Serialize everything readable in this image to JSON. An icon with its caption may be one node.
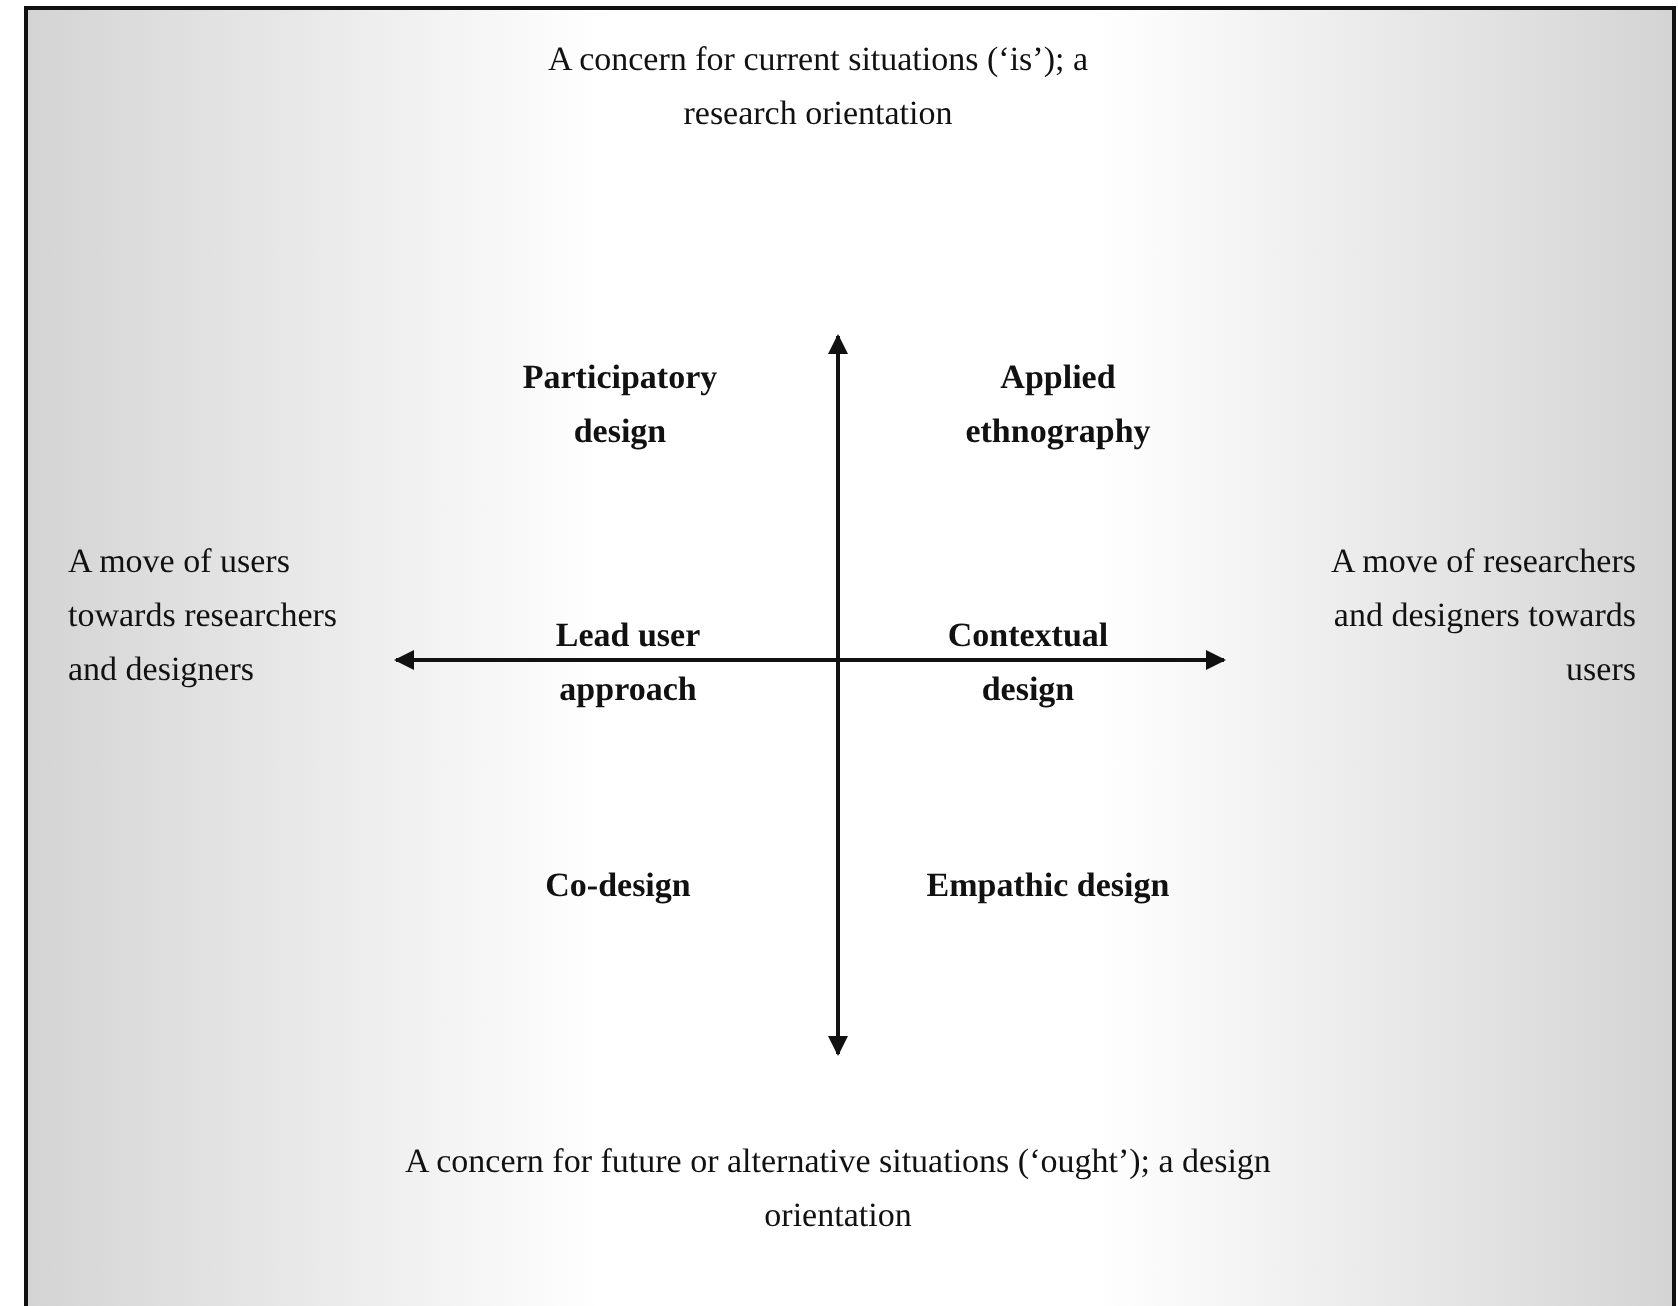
{
  "diagram": {
    "labels": [
      "A concern for current situations (‘is’); a research orientation",
      "Participatory design",
      "Applied ethnography",
      "A move of users towards researchers and designers",
      "Lead user approach",
      "Contextual design",
      "A move of researchers and designers towards users",
      "Co-design",
      "Empathic design",
      "A concern for future or alternative situations (‘ought’); a design orientation"
    ]
  }
}
